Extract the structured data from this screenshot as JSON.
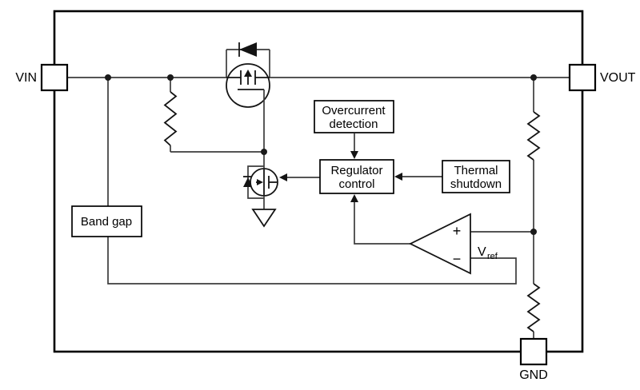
{
  "diagram": {
    "description_texts": {
      "pins": {
        "vin": "VIN",
        "vout": "VOUT",
        "gnd": "GND"
      }
    },
    "pins": {
      "vin": "VIN",
      "vout": "VOUT",
      "gnd": "GND"
    },
    "blocks": {
      "overcurrent_detection": {
        "line1": "Overcurrent",
        "line2": "detection"
      },
      "regulator_control": {
        "line1": "Regulator",
        "line2": "control"
      },
      "thermal_shutdown": {
        "line1": "Thermal",
        "line2": "shutdown"
      },
      "band_gap": {
        "label": "Band gap"
      }
    },
    "error_amplifier": {
      "plus_label": "+",
      "minus_label": "−"
    },
    "vref_label": {
      "base": "V",
      "subscript": "ref"
    },
    "colors": {
      "wire": "#3c3c3c",
      "component_outline": "#141414",
      "box_border": "#000000",
      "box_fill": "#ffffff",
      "background": "#ffffff"
    }
  }
}
